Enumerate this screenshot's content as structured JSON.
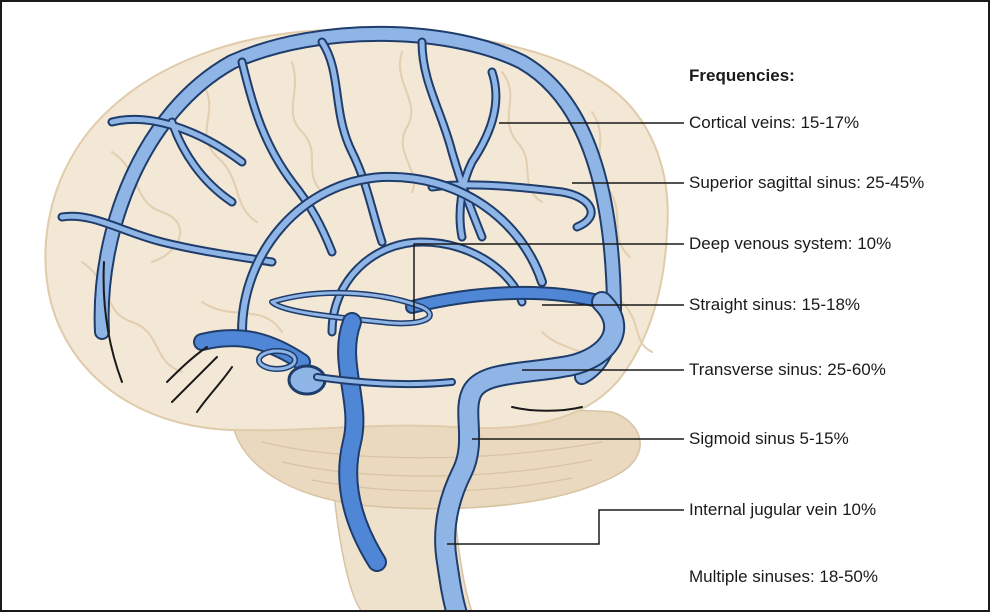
{
  "heading": "Frequencies:",
  "labels": [
    {
      "text": "Cortical veins: 15-17%"
    },
    {
      "text": "Superior sagittal sinus: 25-45%"
    },
    {
      "text": "Deep venous system: 10%"
    },
    {
      "text": "Straight sinus: 15-18%"
    },
    {
      "text": "Transverse sinus: 25-60%"
    },
    {
      "text": "Sigmoid sinus 5-15%"
    },
    {
      "text": "Internal jugular vein 10%"
    },
    {
      "text": "Multiple sinuses: 18-50%"
    }
  ],
  "colors": {
    "brain_fill": "#f3e7d5",
    "brain_gyri": "#e2ceb0",
    "cerebellum": "#ead9bf",
    "vein_outline": "#1f3d6b",
    "vein_light": "#8fb4e6",
    "vein_dark": "#4f86d6",
    "leader_line": "#1a1a1a"
  }
}
